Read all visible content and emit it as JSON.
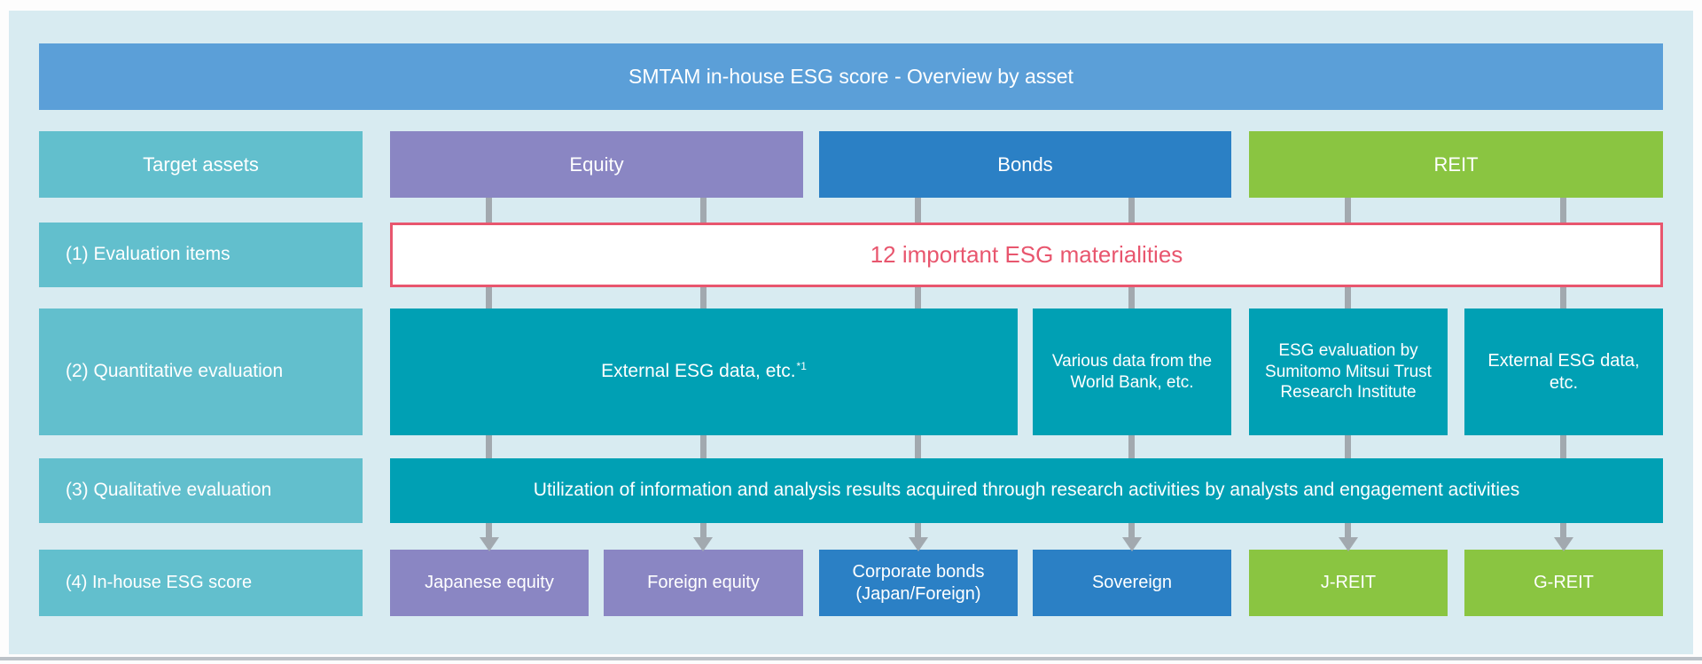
{
  "title": "SMTAM in-house ESG score - Overview by asset",
  "row_labels": {
    "target_assets": "Target assets",
    "evaluation_items": "(1) Evaluation items",
    "quantitative_evaluation": "(2) Quantitative evaluation",
    "qualitative_evaluation": "(3) Qualitative evaluation",
    "in_house_esg_score": "(4) In-house ESG score"
  },
  "target_assets": {
    "equity": "Equity",
    "bonds": "Bonds",
    "reit": "REIT"
  },
  "evaluation_items": {
    "materialities": "12 important ESG materialities"
  },
  "quantitative_evaluation": {
    "external_esg_data_wide": {
      "label": "External ESG data, etc.",
      "footnote": "*1"
    },
    "world_bank": "Various data from the World Bank, etc.",
    "smt_research_institute": "ESG evaluation by Sumitomo Mitsui Trust Research Institute",
    "external_esg_data": "External ESG data, etc."
  },
  "qualitative_evaluation": {
    "utilization": "Utilization of information and analysis results acquired through research activities by analysts and engagement activities"
  },
  "in_house_scores": {
    "japanese_equity": "Japanese equity",
    "foreign_equity": "Foreign equity",
    "corporate_bonds": "Corporate bonds (Japan/Foreign)",
    "sovereign": "Sovereign",
    "j_reit": "J-REIT",
    "g_reit": "G-REIT"
  },
  "palette": {
    "panel_background": "#d8ebf1",
    "title_bar_blue": "#5b9fd8",
    "label_teal": "#62bfcd",
    "equity_purple": "#8a86c3",
    "bonds_blue": "#2b80c5",
    "reit_green": "#8ac541",
    "process_teal": "#00a0b4",
    "highlight_red": "#e8566e",
    "connector_gray": "#a2a9af"
  }
}
